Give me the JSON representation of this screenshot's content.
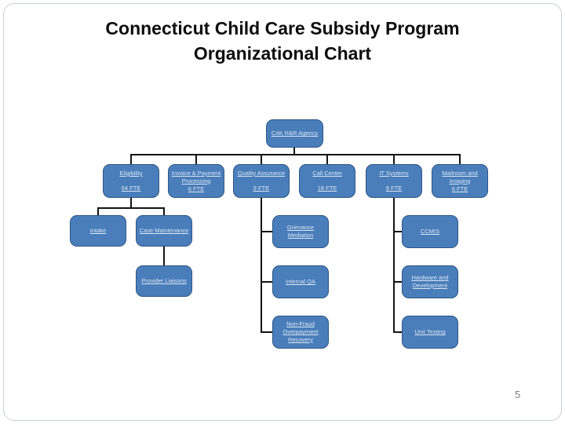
{
  "title": {
    "line1": "Connecticut Child Care Subsidy Program",
    "line2": "Organizational Chart"
  },
  "page_number": "5",
  "colors": {
    "box_fill": "#4a7ebb",
    "box_border": "#2c5584",
    "box_text": "#dbe5f1",
    "connector": "#141414",
    "title_text": "#0d0d0d"
  },
  "org_chart": {
    "nodes": {
      "root": {
        "label": "C4K R&R Agency"
      },
      "eligibility": {
        "label": "Eligibility",
        "fte": "64 FTE"
      },
      "invoice": {
        "label": "Invoice & Payment Processing",
        "fte": "6 FTE"
      },
      "quality": {
        "label": "Quality Assurance",
        "fte": "9 FTE"
      },
      "callcenter": {
        "label": "Call Center",
        "fte": "18 FTE"
      },
      "itsystems": {
        "label": "IT Systems",
        "fte": "9 FTE"
      },
      "mailroom": {
        "label": "Mailroom and Imaging",
        "fte": "6 FTE"
      },
      "intake": {
        "label": "Intake"
      },
      "casemaint": {
        "label": "Case Maintenance"
      },
      "provider": {
        "label": "Provider Liaisons"
      },
      "grievance": {
        "label": "Grievance Mediation"
      },
      "internalqa": {
        "label": "Internal QA"
      },
      "nonfraud": {
        "label": "Non-Fraud Overpayment Recovery"
      },
      "ccmis": {
        "label": "CCMIS"
      },
      "hardware": {
        "label": "Hardware and Development"
      },
      "unittesting": {
        "label": "Unit Testing"
      }
    },
    "hierarchy": {
      "root": [
        "eligibility",
        "invoice",
        "quality",
        "callcenter",
        "itsystems",
        "mailroom"
      ],
      "eligibility": [
        "intake",
        "casemaint"
      ],
      "casemaint": [
        "provider"
      ],
      "quality": [
        "grievance",
        "internalqa",
        "nonfraud"
      ],
      "itsystems": [
        "ccmis",
        "hardware",
        "unittesting"
      ]
    }
  }
}
